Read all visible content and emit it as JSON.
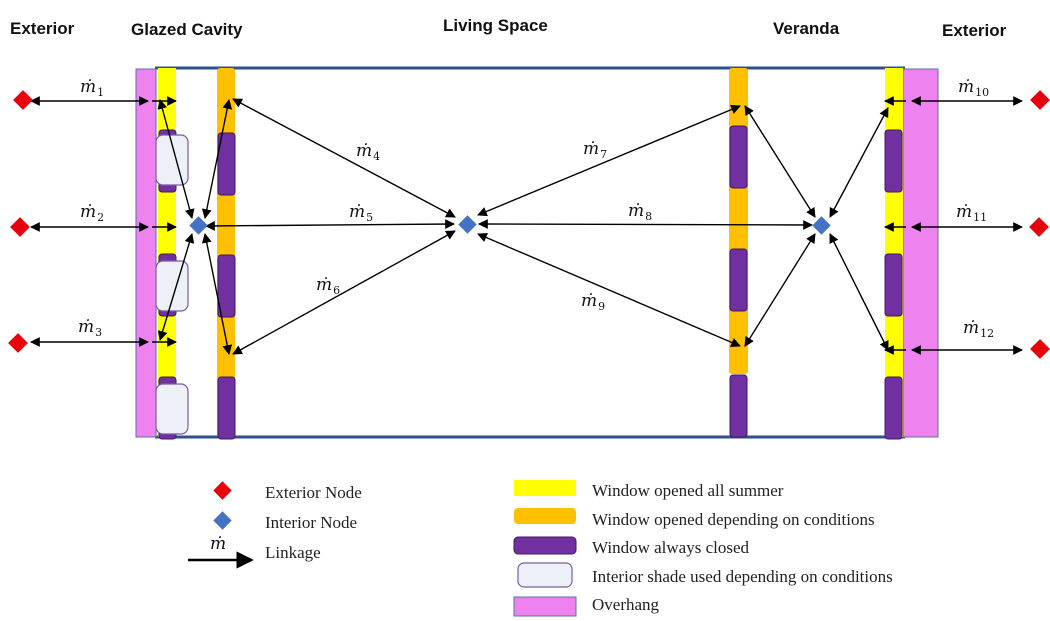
{
  "headers": {
    "exterior_left": "Exterior",
    "glazed_cavity": "Glazed Cavity",
    "living_space": "Living Space",
    "veranda": "Veranda",
    "exterior_right": "Exterior"
  },
  "flow_symbol": "ṁ",
  "flows": [
    {
      "id": "m1",
      "sub": "1"
    },
    {
      "id": "m2",
      "sub": "2"
    },
    {
      "id": "m3",
      "sub": "3"
    },
    {
      "id": "m4",
      "sub": "4"
    },
    {
      "id": "m5",
      "sub": "5"
    },
    {
      "id": "m6",
      "sub": "6"
    },
    {
      "id": "m7",
      "sub": "7"
    },
    {
      "id": "m8",
      "sub": "8"
    },
    {
      "id": "m9",
      "sub": "9"
    },
    {
      "id": "m10",
      "sub": "10"
    },
    {
      "id": "m11",
      "sub": "11"
    },
    {
      "id": "m12",
      "sub": "12"
    }
  ],
  "legend": {
    "exterior_node": "Exterior Node",
    "interior_node": "Interior Node",
    "linkage_symbol": "ṁ",
    "linkage": "Linkage",
    "window_open_summer": "Window opened all summer",
    "window_open_conditions": "Window opened depending on conditions",
    "window_closed": "Window always closed",
    "interior_shade": "Interior shade used depending on conditions",
    "overhang": "Overhang"
  },
  "colors": {
    "exterior_node": "#e8000b",
    "interior_node": "#4472c4",
    "window_open_summer": "#ffff00",
    "window_open_conditions": "#ffc000",
    "window_closed": "#7030a0",
    "interior_shade": "#eef0f8",
    "overhang": "#ee82ee",
    "wall": "#2f4f8f"
  }
}
